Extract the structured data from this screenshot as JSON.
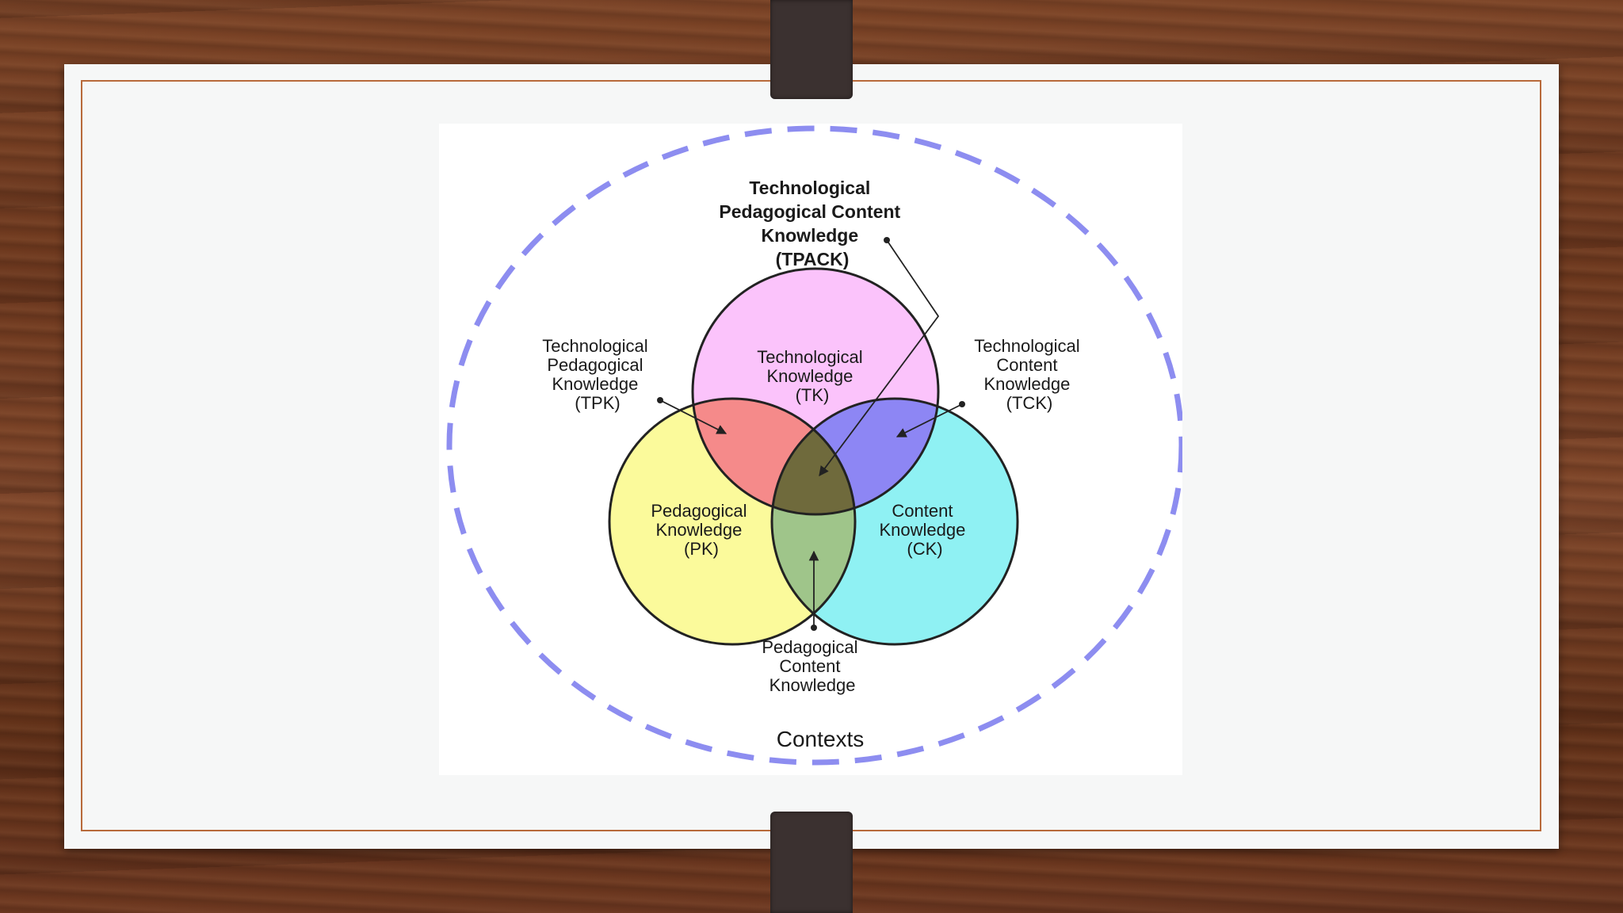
{
  "diagram": {
    "tpack_title": [
      "Technological",
      "Pedagogical Content",
      "Knowledge",
      "(TPACK)"
    ],
    "tk": [
      "Technological",
      "Knowledge",
      "(TK)"
    ],
    "pk": [
      "Pedagogical",
      "Knowledge",
      "(PK)"
    ],
    "ck": [
      "Content",
      "Knowledge",
      "(CK)"
    ],
    "tpk": [
      "Technological",
      "Pedagogical",
      "Knowledge",
      "(TPK)"
    ],
    "tck": [
      "Technological",
      "Content",
      "Knowledge",
      "(TCK)"
    ],
    "pck": [
      "Pedagogical",
      "Content",
      "Knowledge"
    ],
    "contexts": "Contexts"
  },
  "colors": {
    "tk_circle": "#fbc3fb",
    "pk_circle": "#fbfa9b",
    "ck_circle": "#8ff1f3",
    "tpk_overlap": "#f58a8a",
    "tck_overlap": "#8d86f4",
    "pck_overlap": "#9fc58a",
    "tpack_center": "#6f6a3c",
    "contexts_ring": "#8d8df0",
    "frame_border": "#b86a3a"
  }
}
